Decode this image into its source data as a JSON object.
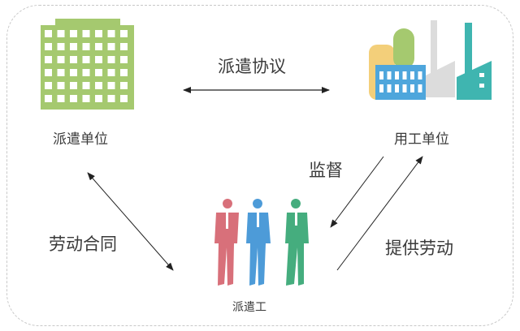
{
  "nodes": {
    "dispatch_unit": "派遣单位",
    "employer_unit": "用工单位",
    "dispatched_worker": "派遣工"
  },
  "relations": {
    "dispatch_agreement": "派遣协议",
    "supervision": "监督",
    "labor_contract": "劳动合同",
    "provide_labor": "提供劳动"
  },
  "colors": {
    "building": "#a5c96f",
    "factory_blue": "#4ea6dc",
    "factory_yellow": "#f3cf7a",
    "factory_teal": "#3fb5b0",
    "person_red": "#d8707a",
    "person_blue": "#4d9bd8",
    "person_green": "#45ad7e"
  }
}
